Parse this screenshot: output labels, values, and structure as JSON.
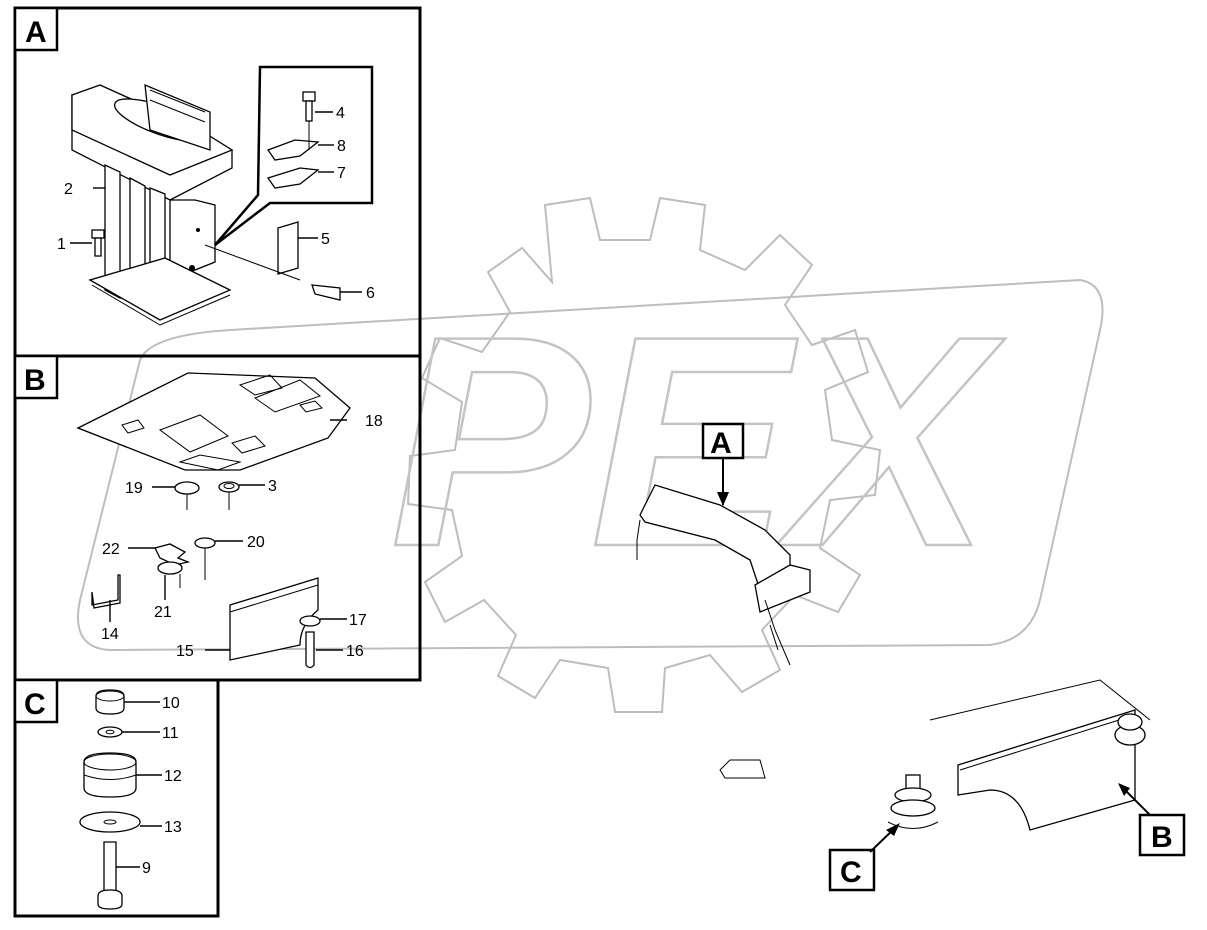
{
  "watermark": {
    "text": "PEX"
  },
  "panels": {
    "A": {
      "letter": "A"
    },
    "B": {
      "letter": "B"
    },
    "C": {
      "letter": "C"
    }
  },
  "callouts": {
    "A": "A",
    "B": "B",
    "C": "C"
  },
  "parts": {
    "p1": "1",
    "p2": "2",
    "p3": "3",
    "p4": "4",
    "p5": "5",
    "p6": "6",
    "p7": "7",
    "p8": "8",
    "p9": "9",
    "p10": "10",
    "p11": "11",
    "p12": "12",
    "p13": "13",
    "p14": "14",
    "p15": "15",
    "p16": "16",
    "p17": "17",
    "p18": "18",
    "p19": "19",
    "p20": "20",
    "p21": "21",
    "p22": "22"
  }
}
